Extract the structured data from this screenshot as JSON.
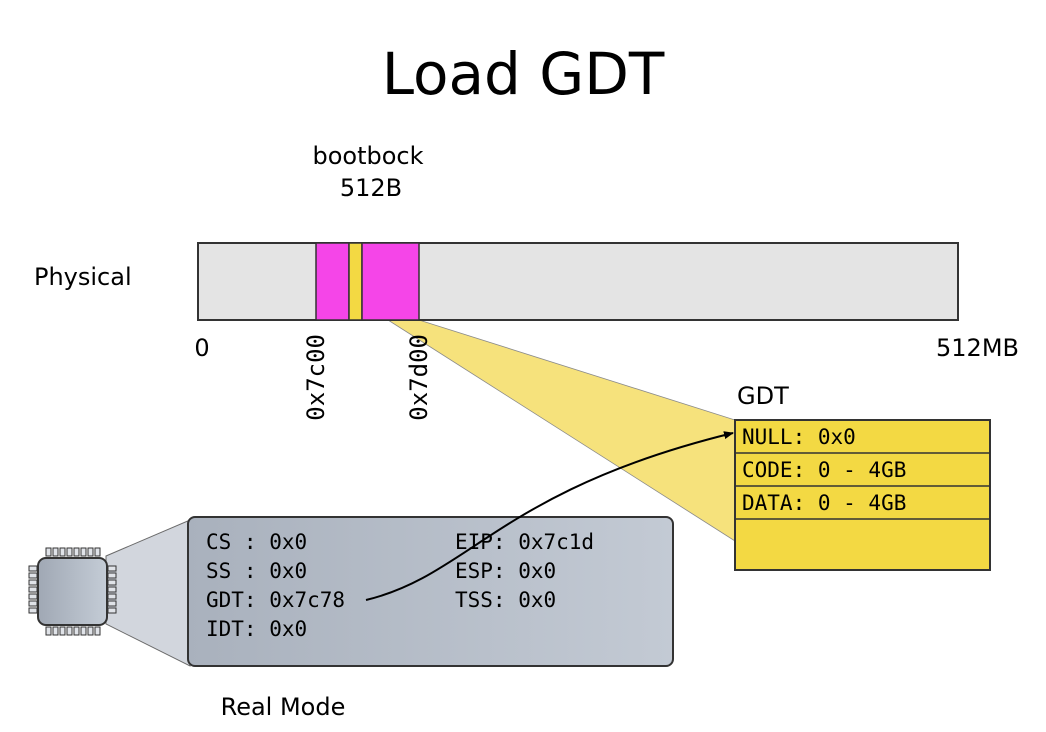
{
  "title": "Load GDT",
  "physical": {
    "label": "Physical",
    "bootblock_label": "bootbock",
    "bootblock_size": "512B",
    "start_label": "0",
    "end_label": "512MB",
    "addr_start": "0x7c00",
    "addr_end": "0x7d00"
  },
  "gdt": {
    "label": "GDT",
    "entries": [
      "NULL: 0x0",
      "CODE: 0 - 4GB",
      "DATA: 0 - 4GB"
    ]
  },
  "cpu": {
    "registers": {
      "cs": "CS : 0x0",
      "ss": "SS : 0x0",
      "gdt": "GDT: 0x7c78",
      "idt": "IDT: 0x0",
      "eip": "EIP: 0x7c1d",
      "esp": "ESP: 0x0",
      "tss": "TSS: 0x0"
    },
    "mode_label": "Real Mode"
  },
  "colors": {
    "bootblock": "#f545e8",
    "gdt_fill": "#f3d943",
    "zoom_fill": "#f6e27c",
    "memory_fill": "#e4e4e4",
    "register_panel": "#b0b8c4"
  }
}
